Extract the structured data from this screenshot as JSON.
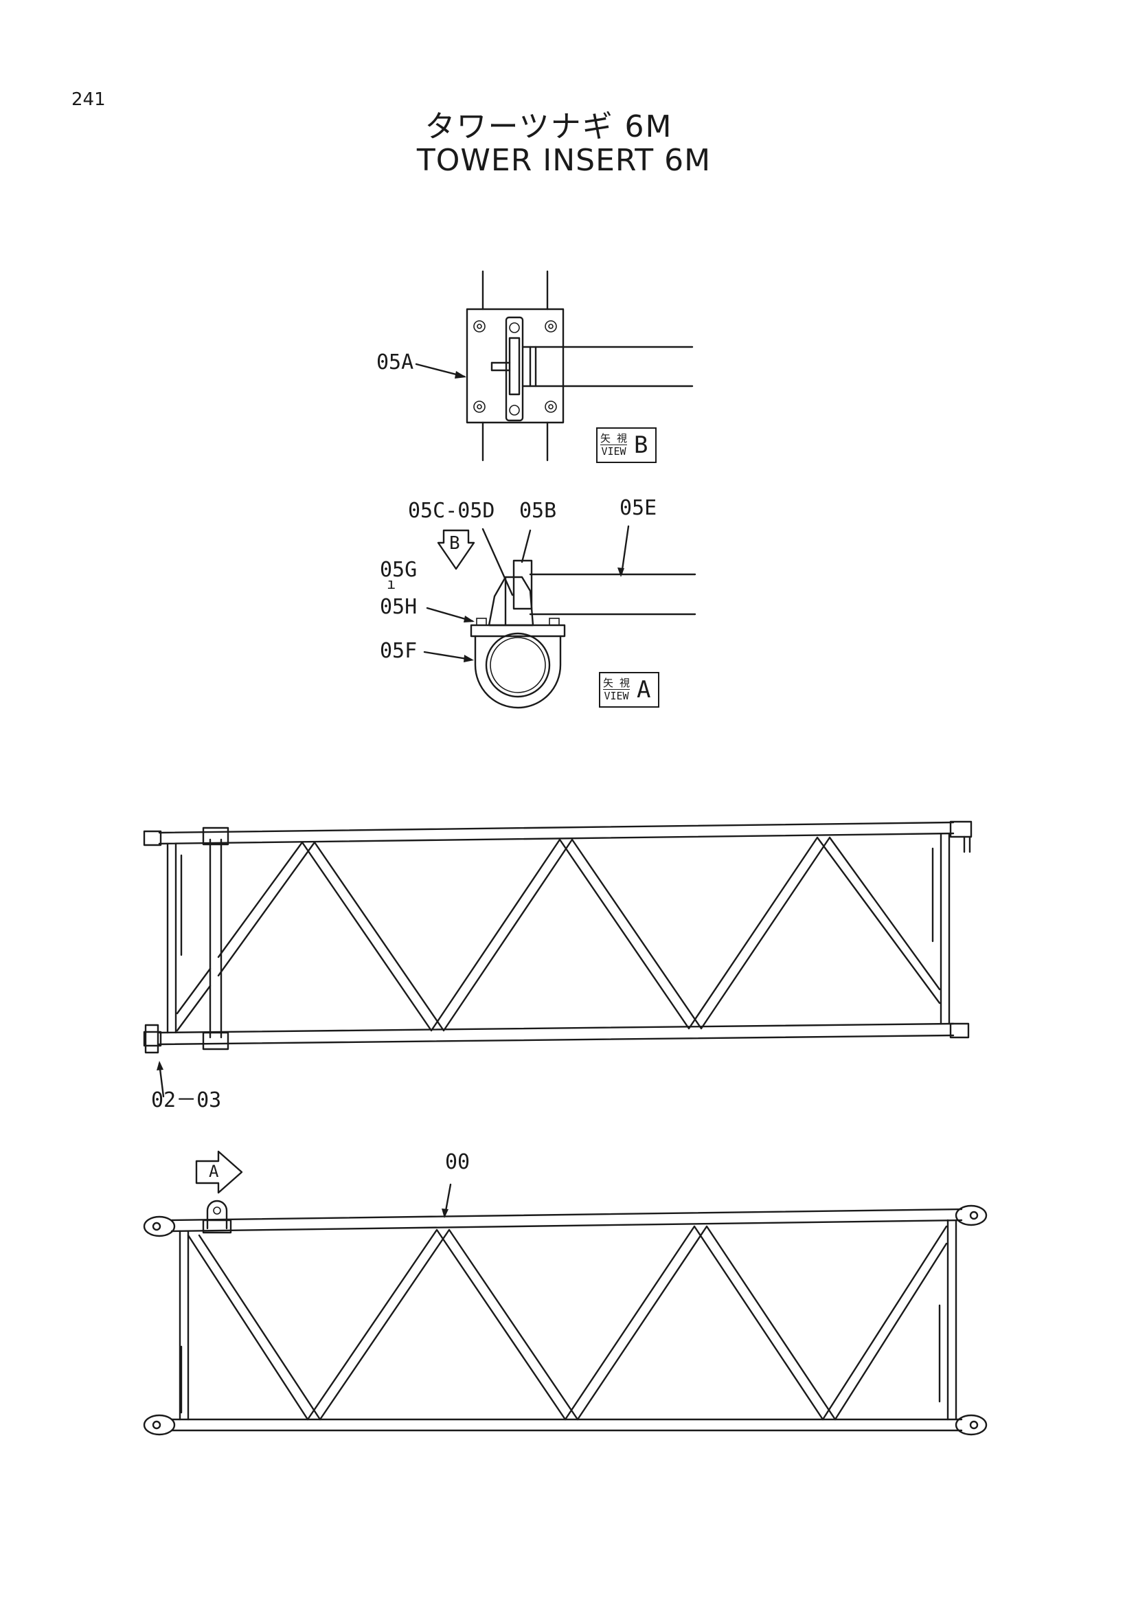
{
  "page_number": "241",
  "title_jp": "タワーツナギ 6M",
  "title_en": "TOWER INSERT 6M",
  "view_b": {
    "jp": "矢 視",
    "en": "VIEW",
    "letter": "B"
  },
  "view_a": {
    "jp": "矢 視",
    "en": "VIEW",
    "letter": "A"
  },
  "callouts": {
    "p05a": "05A",
    "p05c_05d": "05C-05D",
    "p05b": "05B",
    "p05e": "05E",
    "p05g": "05G",
    "p05g_dash": "ı",
    "p05h": "05H",
    "p05f": "05F",
    "p02_03": "02－03",
    "p00": "00"
  },
  "arrow_b_letter": "B",
  "arrow_a_letter": "A",
  "colors": {
    "ink": "#1a1a1a",
    "paper": "#ffffff"
  }
}
